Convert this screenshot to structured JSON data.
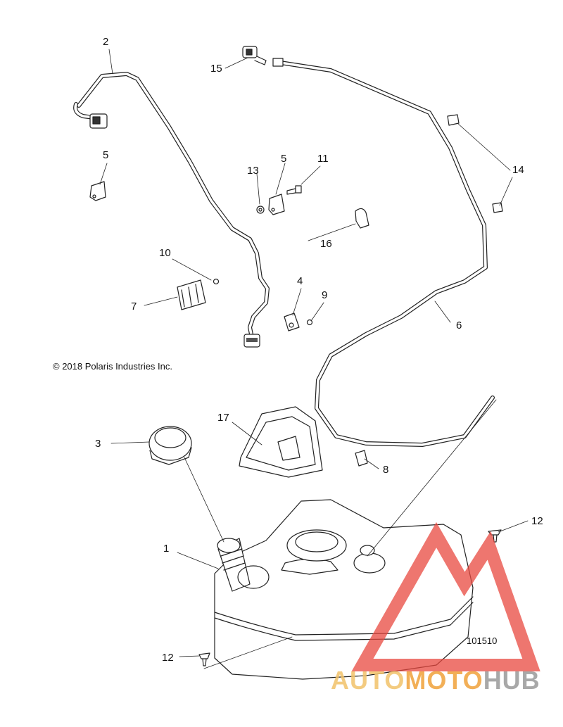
{
  "copyright": "© 2018 Polaris Industries Inc.",
  "figure_number": "101510",
  "watermark": {
    "part1": "AUTO",
    "part2": "MOTO",
    "part3": "HUB",
    "color_logo": "#e8483f"
  },
  "callouts": {
    "c1": "1",
    "c2": "2",
    "c3": "3",
    "c4": "4",
    "c5a": "5",
    "c5b": "5",
    "c6": "6",
    "c7": "7",
    "c8": "8",
    "c9": "9",
    "c10": "10",
    "c11": "11",
    "c12a": "12",
    "c12b": "12",
    "c13": "13",
    "c14": "14",
    "c15": "15",
    "c16": "16",
    "c17": "17"
  }
}
